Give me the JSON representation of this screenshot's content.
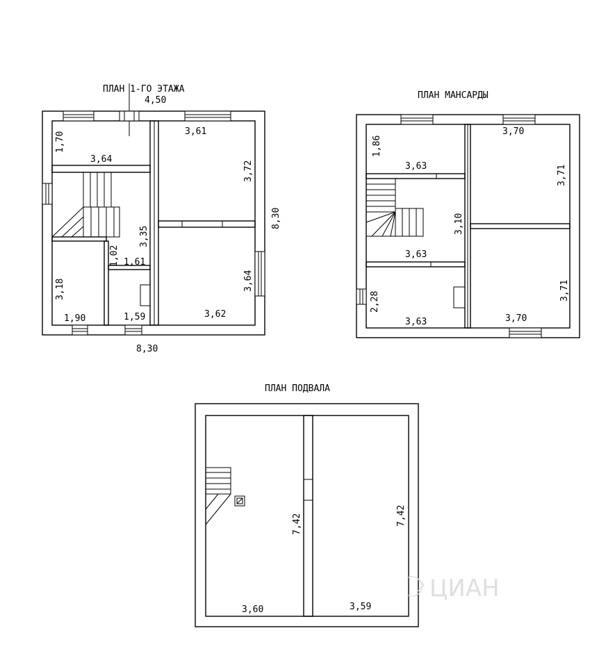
{
  "plans": {
    "first_floor": {
      "title": "ПЛАН 1-ГО ЭТАЖА",
      "dims": {
        "top_overall": "4,50",
        "bottom_overall": "8,30",
        "right_overall": "8,30",
        "hall_height": "1,70",
        "hall_width": "3,64",
        "room_top_right_width": "3,61",
        "room_top_right_height": "3,72",
        "stair_zone_height": "3,35",
        "room_bottom_right_height": "3,64",
        "room_bottom_right_width": "3,62",
        "closet_height": "1,02",
        "closet_width": "1,61",
        "room_bottom_left_height": "3,18",
        "room_bottom_left_width": "1,90",
        "bath_width": "1,59"
      }
    },
    "attic": {
      "title": "ПЛАН МАНСАРДЫ",
      "dims": {
        "room_top_left_height": "1,86",
        "room_top_left_width": "3,63",
        "room_top_right_width": "3,70",
        "room_top_right_height": "3,71",
        "stair_zone_height": "3,10",
        "stair_zone_width": "3,63",
        "room_bottom_left_height": "2,28",
        "room_bottom_left_width": "3,63",
        "room_bottom_right_height": "3,71",
        "room_bottom_right_width": "3,70"
      }
    },
    "basement": {
      "title": "ПЛАН ПОДВАЛА",
      "dims": {
        "left_height": "7,42",
        "right_height": "7,42",
        "left_width": "3,60",
        "right_width": "3,59"
      }
    }
  },
  "watermark": {
    "text": "ЦИАН"
  }
}
